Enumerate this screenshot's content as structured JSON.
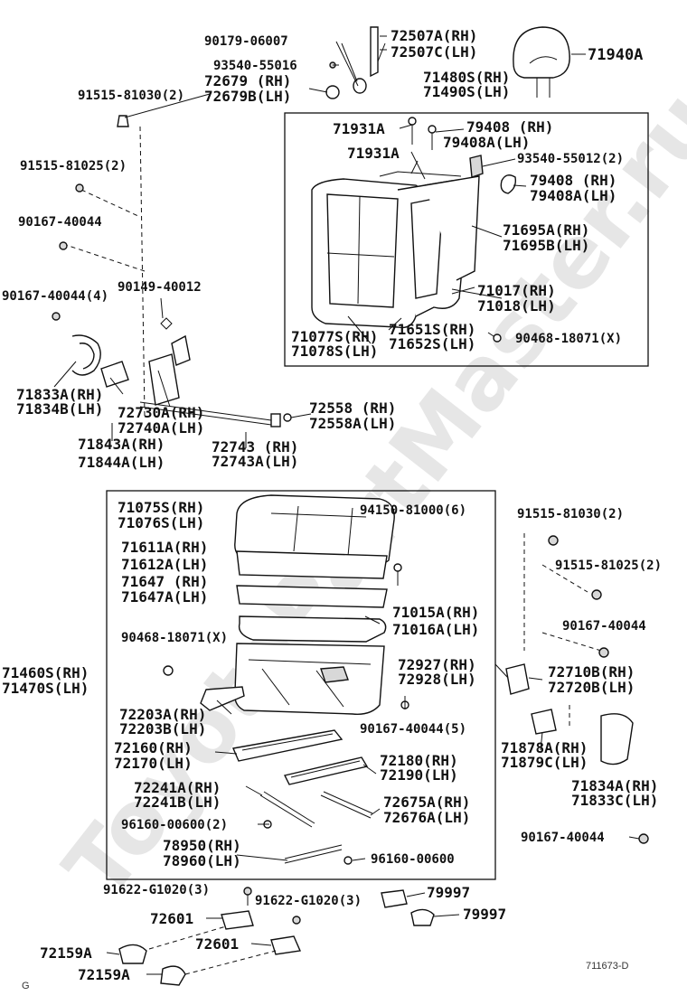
{
  "diagram": {
    "watermark": "ToyotaPartMaster.ru",
    "figure_code": "711673-D",
    "corner_letter": "G",
    "labels": [
      {
        "id": "l1",
        "text": "90179-06007"
      },
      {
        "id": "l2",
        "text": "72507A(RH)"
      },
      {
        "id": "l3",
        "text": "72507C(LH)"
      },
      {
        "id": "l4",
        "text": "71940A"
      },
      {
        "id": "l5",
        "text": "93540-55016"
      },
      {
        "id": "l6",
        "text": "72679  (RH)"
      },
      {
        "id": "l7",
        "text": "72679B(LH)"
      },
      {
        "id": "l8",
        "text": "71480S(RH)"
      },
      {
        "id": "l9",
        "text": "71490S(LH)"
      },
      {
        "id": "l10",
        "text": "91515-81030(2)"
      },
      {
        "id": "l11",
        "text": "71931A"
      },
      {
        "id": "l12",
        "text": "79408  (RH)"
      },
      {
        "id": "l13",
        "text": "79408A(LH)"
      },
      {
        "id": "l14",
        "text": "71931A"
      },
      {
        "id": "l15",
        "text": "93540-55012(2)"
      },
      {
        "id": "l16",
        "text": "91515-81025(2)"
      },
      {
        "id": "l17",
        "text": "79408  (RH)"
      },
      {
        "id": "l18",
        "text": "79408A(LH)"
      },
      {
        "id": "l19",
        "text": "90167-40044"
      },
      {
        "id": "l20",
        "text": "71695A(RH)"
      },
      {
        "id": "l21",
        "text": "71695B(LH)"
      },
      {
        "id": "l22",
        "text": "90167-40044(4)"
      },
      {
        "id": "l23",
        "text": "90149-40012"
      },
      {
        "id": "l24",
        "text": "71017(RH)"
      },
      {
        "id": "l25",
        "text": "71018(LH)"
      },
      {
        "id": "l26",
        "text": "71077S(RH)"
      },
      {
        "id": "l27",
        "text": "71078S(LH)"
      },
      {
        "id": "l28",
        "text": "71651S(RH)"
      },
      {
        "id": "l29",
        "text": "71652S(LH)"
      },
      {
        "id": "l30",
        "text": "90468-18071(X)"
      },
      {
        "id": "l31",
        "text": "71833A(RH)"
      },
      {
        "id": "l32",
        "text": "71834B(LH)"
      },
      {
        "id": "l33",
        "text": "72730A(RH)"
      },
      {
        "id": "l34",
        "text": "72740A(LH)"
      },
      {
        "id": "l35",
        "text": "72558  (RH)"
      },
      {
        "id": "l36",
        "text": "72558A(LH)"
      },
      {
        "id": "l37",
        "text": "71843A(RH)"
      },
      {
        "id": "l38",
        "text": "71844A(LH)"
      },
      {
        "id": "l39",
        "text": "72743  (RH)"
      },
      {
        "id": "l40",
        "text": "72743A(LH)"
      },
      {
        "id": "l41",
        "text": "71075S(RH)"
      },
      {
        "id": "l42",
        "text": "71076S(LH)"
      },
      {
        "id": "l43",
        "text": "94150-81000(6)"
      },
      {
        "id": "l44",
        "text": "91515-81030(2)"
      },
      {
        "id": "l45",
        "text": "71611A(RH)"
      },
      {
        "id": "l46",
        "text": "71612A(LH)"
      },
      {
        "id": "l47",
        "text": "91515-81025(2)"
      },
      {
        "id": "l48",
        "text": "71647  (RH)"
      },
      {
        "id": "l49",
        "text": "71647A(LH)"
      },
      {
        "id": "l50",
        "text": "71015A(RH)"
      },
      {
        "id": "l51",
        "text": "71016A(LH)"
      },
      {
        "id": "l52",
        "text": "90167-40044"
      },
      {
        "id": "l53",
        "text": "90468-18071(X)"
      },
      {
        "id": "l54",
        "text": "71460S(RH)"
      },
      {
        "id": "l55",
        "text": "71470S(LH)"
      },
      {
        "id": "l56",
        "text": "72927(RH)"
      },
      {
        "id": "l57",
        "text": "72928(LH)"
      },
      {
        "id": "l58",
        "text": "72710B(RH)"
      },
      {
        "id": "l59",
        "text": "72720B(LH)"
      },
      {
        "id": "l60",
        "text": "72203A(RH)"
      },
      {
        "id": "l61",
        "text": "72203B(LH)"
      },
      {
        "id": "l62",
        "text": "90167-40044(5)"
      },
      {
        "id": "l63",
        "text": "72160(RH)"
      },
      {
        "id": "l64",
        "text": "72170(LH)"
      },
      {
        "id": "l65",
        "text": "72180(RH)"
      },
      {
        "id": "l66",
        "text": "72190(LH)"
      },
      {
        "id": "l67",
        "text": "71878A(RH)"
      },
      {
        "id": "l68",
        "text": "71879C(LH)"
      },
      {
        "id": "l69",
        "text": "72241A(RH)"
      },
      {
        "id": "l70",
        "text": "72241B(LH)"
      },
      {
        "id": "l71",
        "text": "72675A(RH)"
      },
      {
        "id": "l72",
        "text": "72676A(LH)"
      },
      {
        "id": "l73",
        "text": "71834A(RH)"
      },
      {
        "id": "l74",
        "text": "71833C(LH)"
      },
      {
        "id": "l75",
        "text": "96160-00600(2)"
      },
      {
        "id": "l76",
        "text": "90167-40044"
      },
      {
        "id": "l77",
        "text": "78950(RH)"
      },
      {
        "id": "l78",
        "text": "78960(LH)"
      },
      {
        "id": "l79",
        "text": "96160-00600"
      },
      {
        "id": "l80",
        "text": "91622-G1020(3)"
      },
      {
        "id": "l81",
        "text": "79997"
      },
      {
        "id": "l82",
        "text": "91622-G1020(3)"
      },
      {
        "id": "l83",
        "text": "72601"
      },
      {
        "id": "l84",
        "text": "79997"
      },
      {
        "id": "l85",
        "text": "72159A"
      },
      {
        "id": "l86",
        "text": "72601"
      },
      {
        "id": "l87",
        "text": "72159A"
      }
    ]
  }
}
